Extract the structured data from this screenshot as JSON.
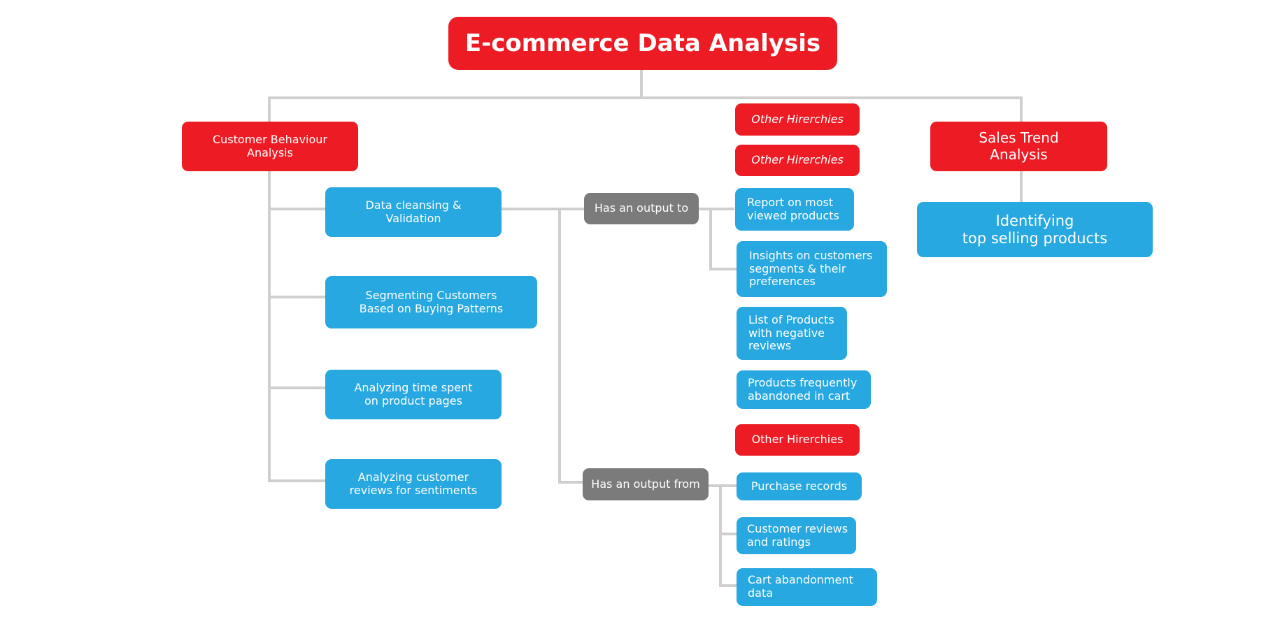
{
  "title": "E-commerce Data Analysis",
  "colors": {
    "red": "#ed1c24",
    "blue": "#27a8e0",
    "gray": "#7b7b7b",
    "connector": "#cfcfcf"
  },
  "categories": {
    "customer_behaviour": "Customer Behaviour\nAnalysis",
    "sales_trend": "Sales Trend\nAnalysis"
  },
  "customer_tasks": [
    "Data cleansing &\nValidation",
    "Segmenting Customers\nBased on Buying Patterns",
    "Analyzing time spent\non product pages",
    "Analyzing customer\nreviews for sentiments"
  ],
  "relations": {
    "output_to": "Has an output to",
    "output_from": "Has an output from"
  },
  "other_hierarchies": [
    "Other Hirerchies",
    "Other Hirerchies",
    "Other Hirerchies"
  ],
  "outputs_to": [
    "Report on most\nviewed products",
    "Insights on customers\nsegments & their\npreferences",
    "List of Products\nwith negative\nreviews",
    "Products frequently\nabandoned in cart"
  ],
  "outputs_from": [
    "Purchase records",
    "Customer reviews\nand ratings",
    "Cart abandonment\ndata"
  ],
  "sales_task": "Identifying\ntop selling products"
}
